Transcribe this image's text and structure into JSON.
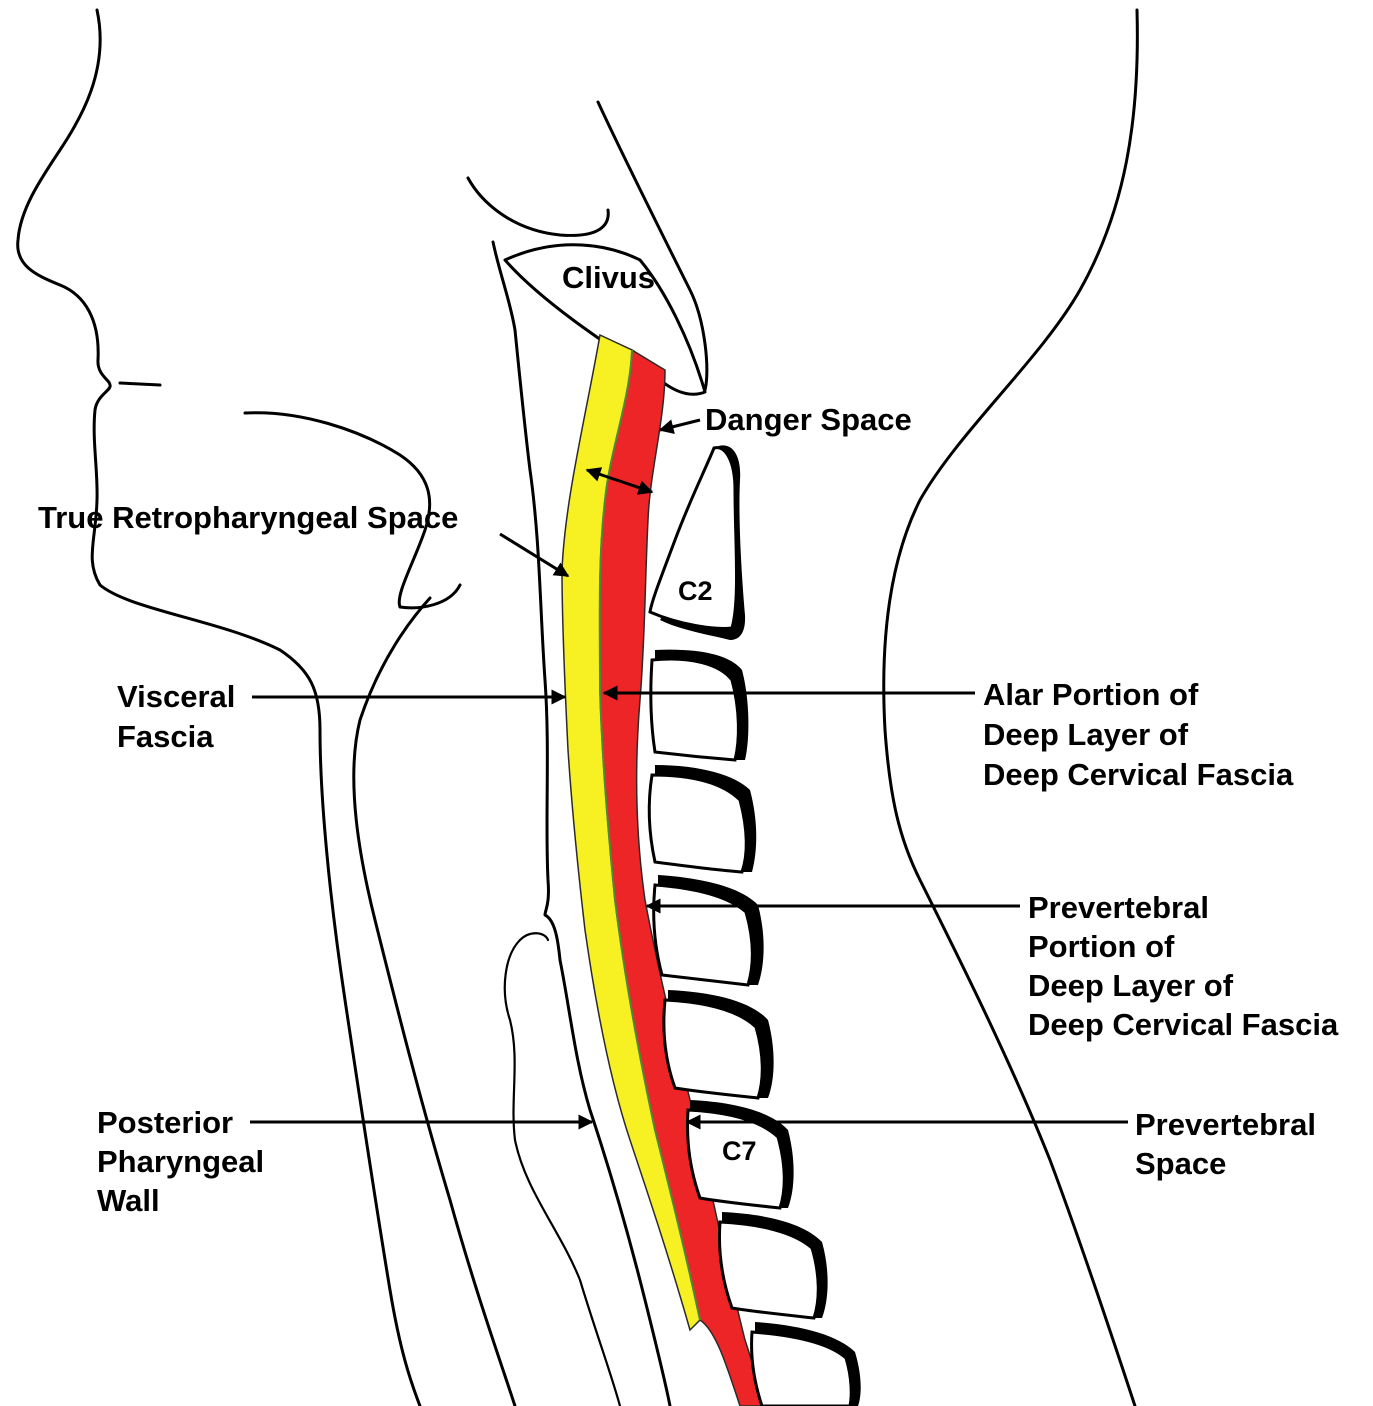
{
  "colors": {
    "true_retropharyngeal_space": "#f7f022",
    "danger_space": "#ee2526",
    "fascia_line": "#4a8a3c",
    "outline": "#000000",
    "background": "#ffffff"
  },
  "structures": {
    "clivus": "Clivus",
    "c2": "C2",
    "c7": "C7"
  },
  "labels": {
    "danger_space": "Danger Space",
    "true_retropharyngeal_space": "True Retropharyngeal Space",
    "visceral_fascia": [
      "Visceral",
      "Fascia"
    ],
    "alar_portion": [
      "Alar Portion of",
      "Deep Layer of",
      "Deep Cervical Fascia"
    ],
    "prevertebral_portion": [
      "Prevertebral",
      "Portion of",
      "Deep Layer of",
      "Deep Cervical Fascia"
    ],
    "posterior_pharyngeal_wall": [
      "Posterior",
      "Pharyngeal",
      "Wall"
    ],
    "prevertebral_space": [
      "Prevertebral",
      "Space"
    ]
  }
}
